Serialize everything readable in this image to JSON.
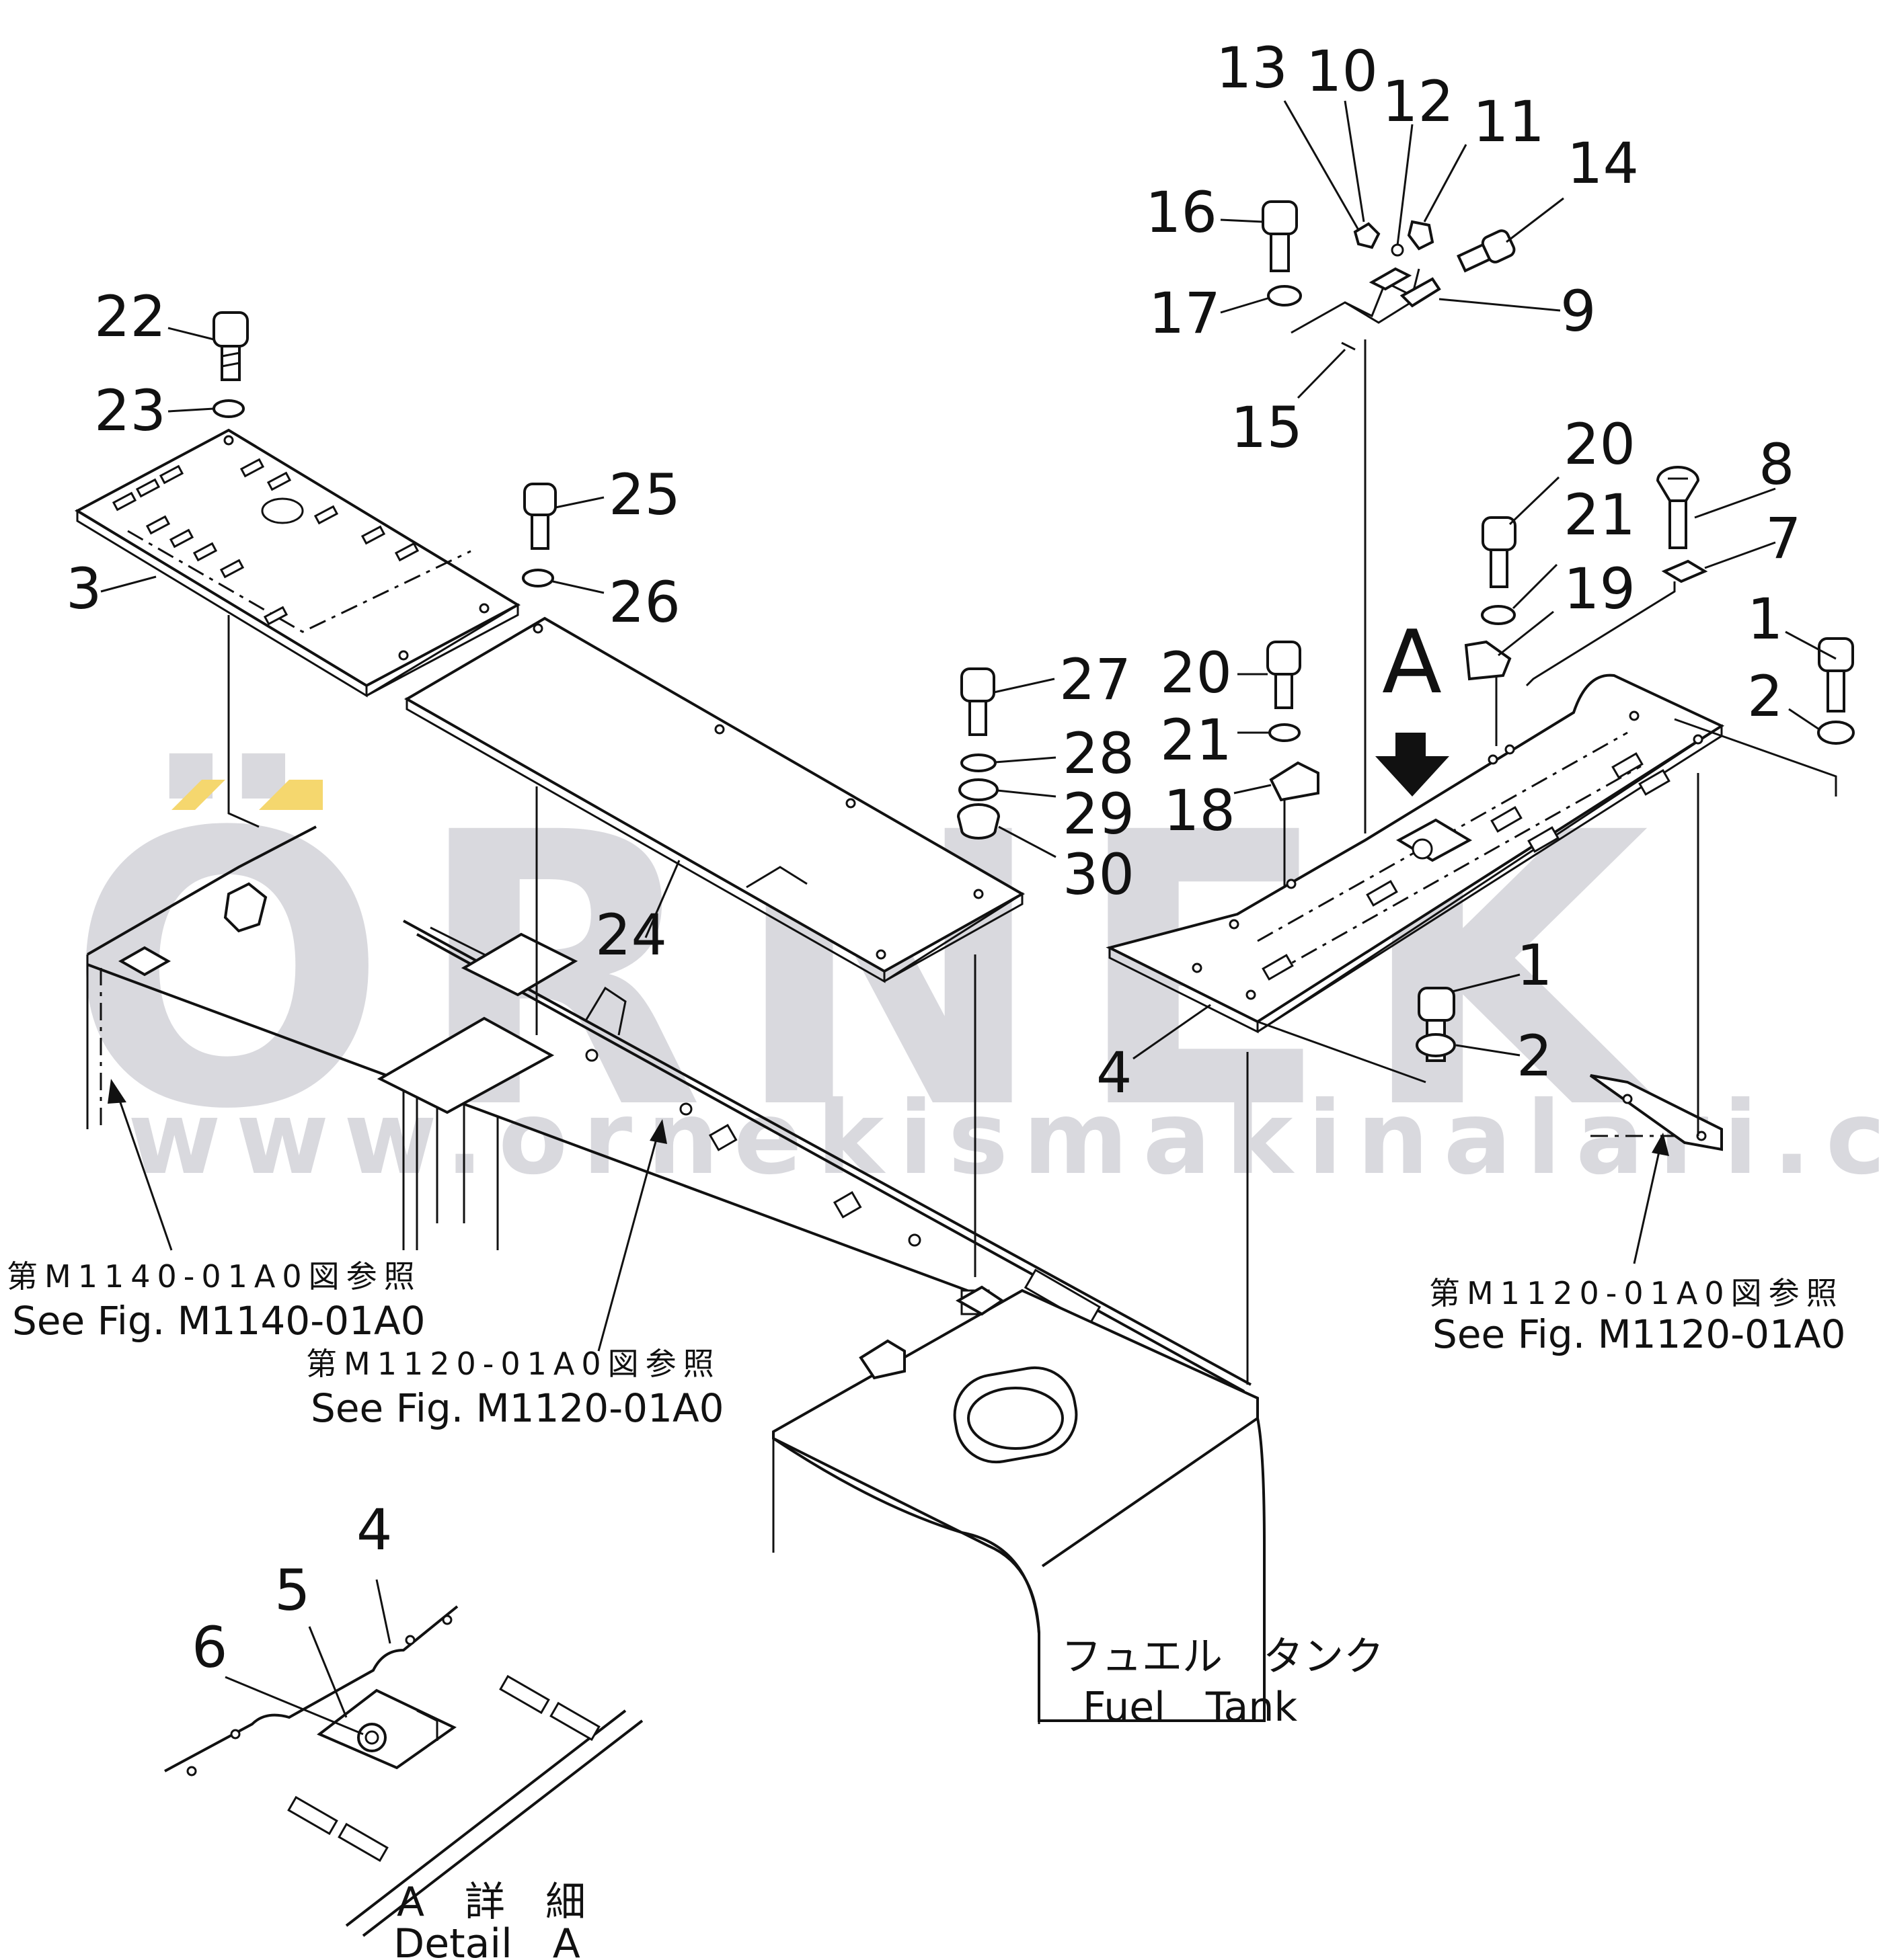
{
  "watermark": {
    "brand": "ÖRNEK",
    "url": "www.ornekismakinalari.com.tr",
    "accent_color": "#f5d76e"
  },
  "callout": {
    "letter": "A"
  },
  "part_numbers": {
    "p1": "1",
    "p1b": "1",
    "p2": "2",
    "p2b": "2",
    "p3": "3",
    "p4": "4",
    "p4b": "4",
    "p5": "5",
    "p6": "6",
    "p7": "7",
    "p8": "8",
    "p9": "9",
    "p10": "10",
    "p11": "11",
    "p12": "12",
    "p13": "13",
    "p14": "14",
    "p15": "15",
    "p16": "16",
    "p17": "17",
    "p18": "18",
    "p19": "19",
    "p20": "20",
    "p20b": "20",
    "p21": "21",
    "p21b": "21",
    "p22": "22",
    "p23": "23",
    "p24": "24",
    "p25": "25",
    "p26": "26",
    "p27": "27",
    "p28": "28",
    "p29": "29",
    "p30": "30"
  },
  "references": {
    "left": {
      "ja": "第M1140-01A0図参照",
      "en": "See Fig. M1140-01A0"
    },
    "center": {
      "ja": "第M1120-01A0図参照",
      "en": "See Fig. M1120-01A0"
    },
    "right": {
      "ja": "第M1120-01A0図参照",
      "en": "See Fig. M1120-01A0"
    }
  },
  "fuel_tank": {
    "ja": "フュエル　タンク",
    "en": "Fuel　Tank"
  },
  "detail": {
    "ja": "A　詳　細",
    "en": "Detail　A"
  }
}
